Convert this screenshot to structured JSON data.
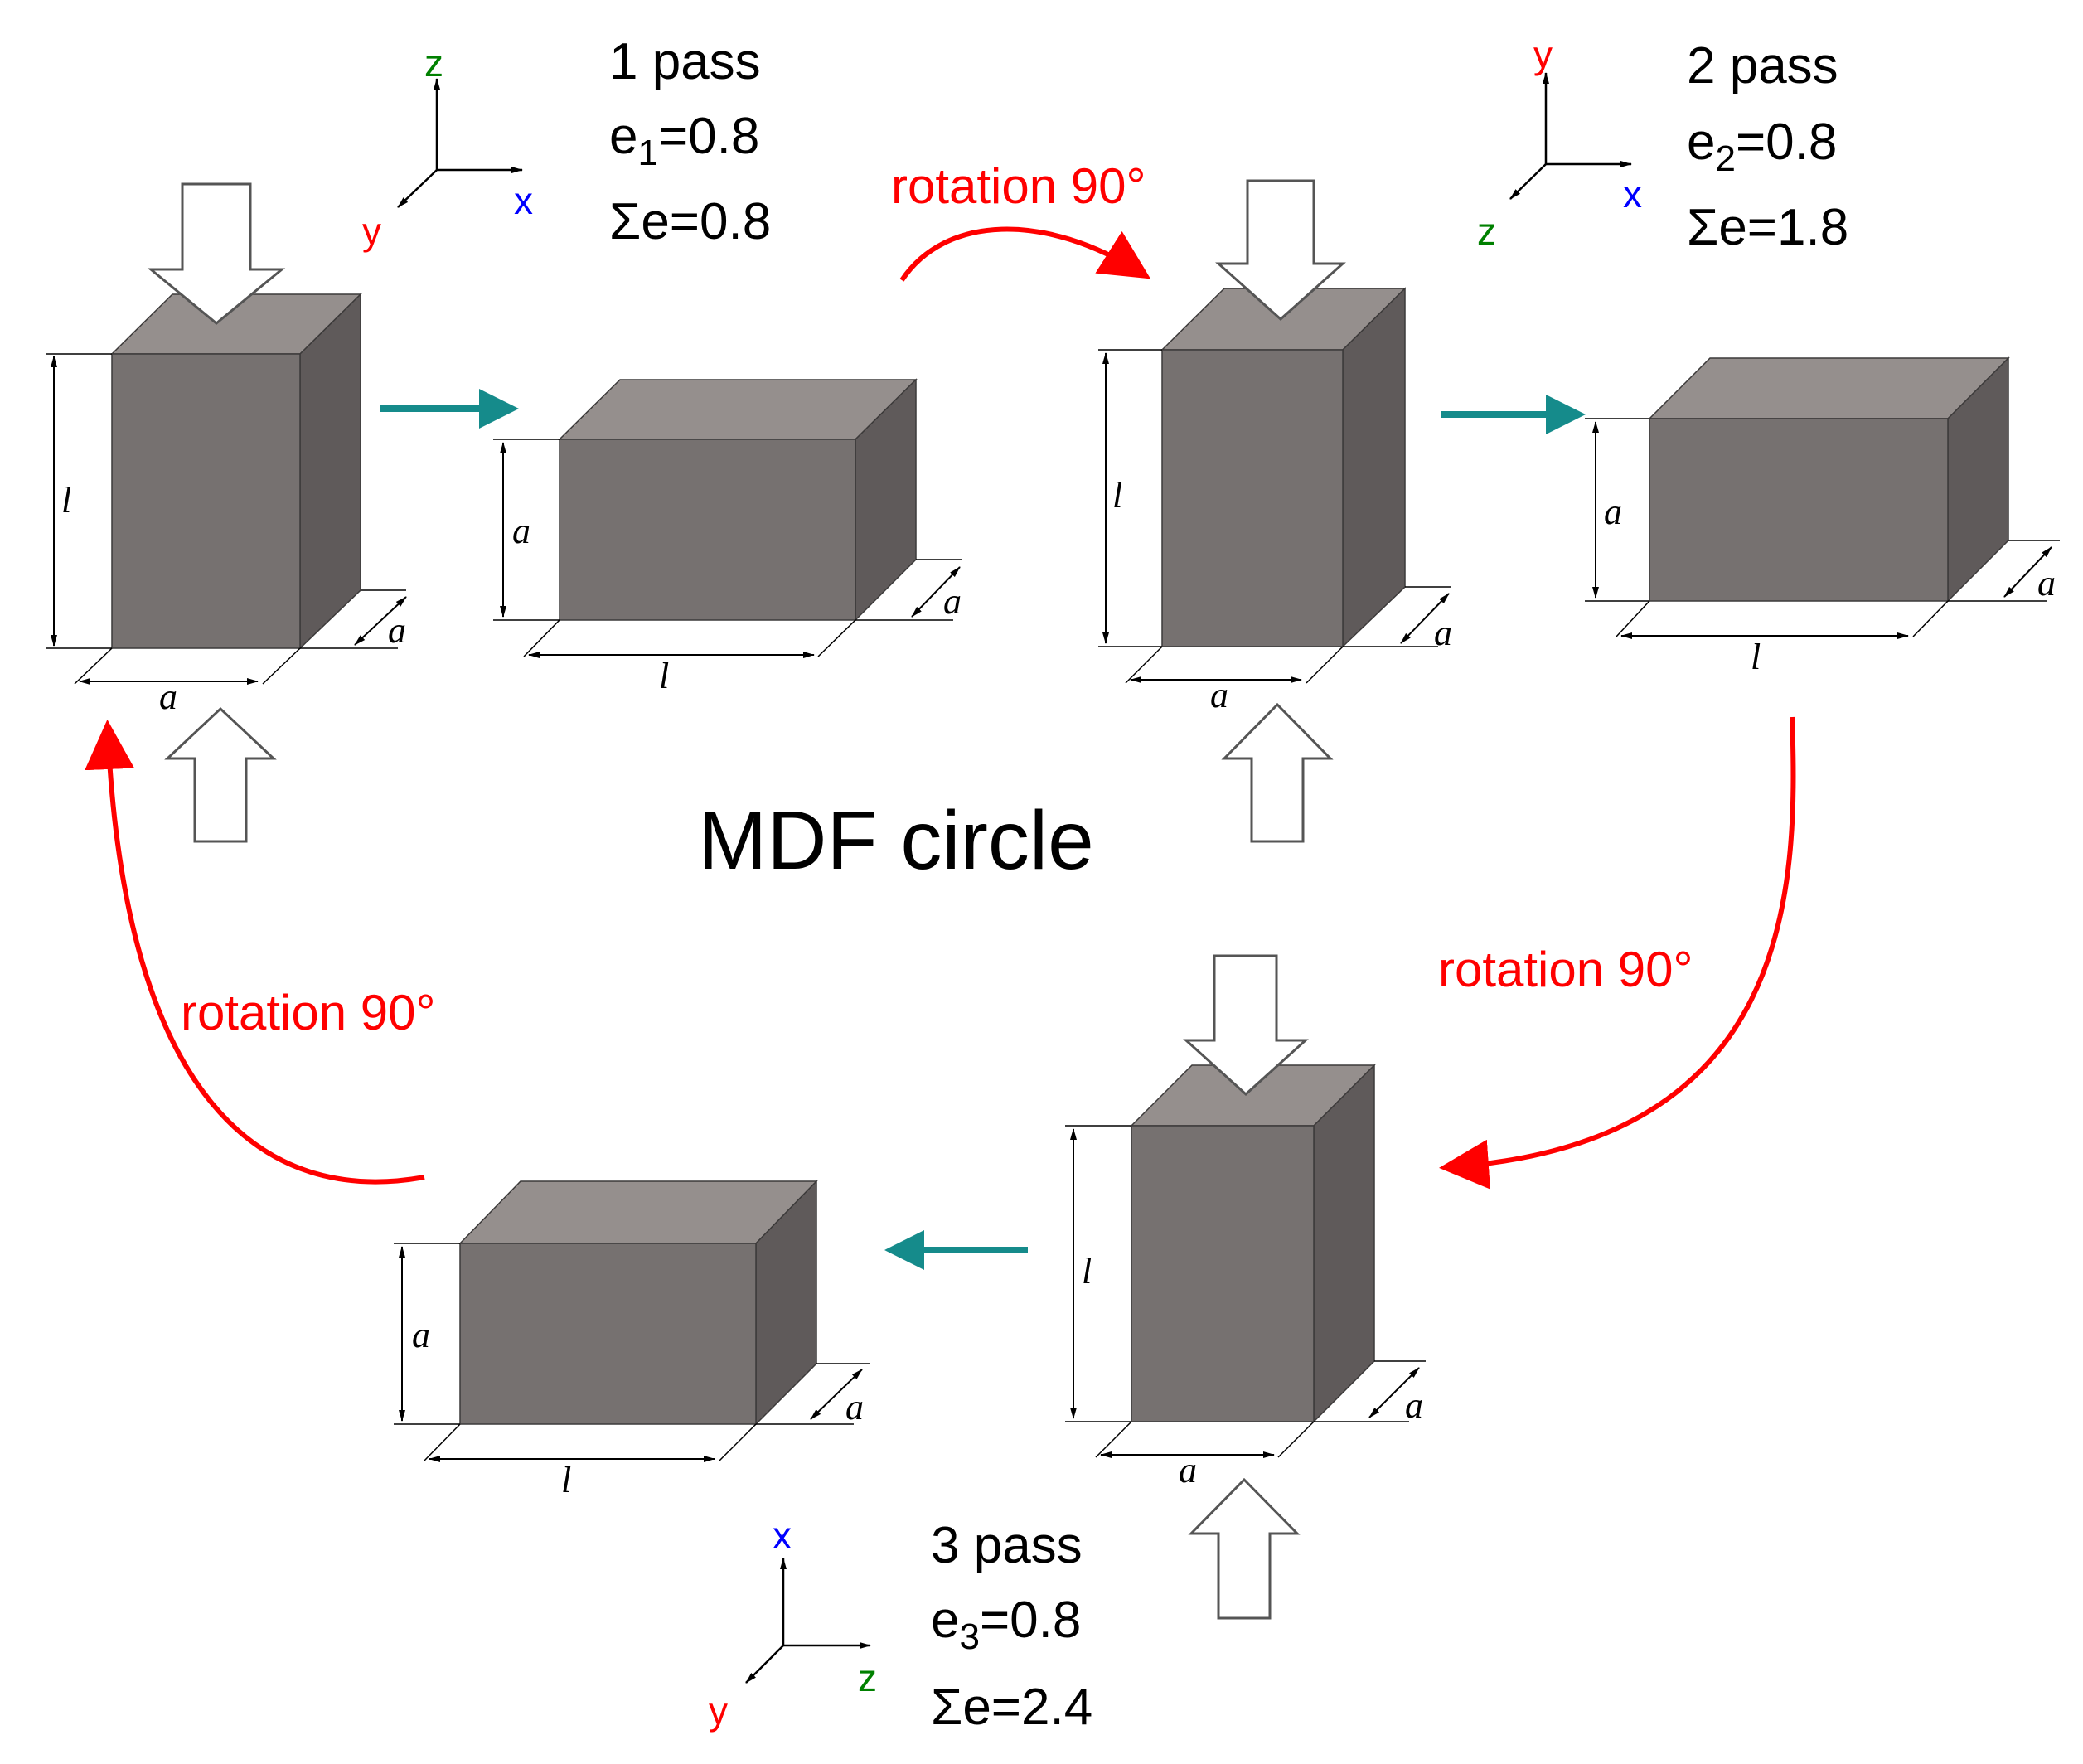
{
  "title": "MDF circle",
  "passes": [
    {
      "pass": "1 pass",
      "e_base": "e",
      "e_sub": "1",
      "e_val": "=0.8",
      "sum": "Σe=0.8",
      "axes": {
        "up": "z",
        "right": "x",
        "diag": "y",
        "up_color": "#008000",
        "right_color": "#0000ff",
        "diag_color": "#ff0000"
      }
    },
    {
      "pass": "2 pass",
      "e_base": "e",
      "e_sub": "2",
      "e_val": "=0.8",
      "sum": "Σe=1.8",
      "axes": {
        "up": "y",
        "right": "x",
        "diag": "z",
        "up_color": "#ff0000",
        "right_color": "#0000ff",
        "diag_color": "#008000"
      }
    },
    {
      "pass": "3 pass",
      "e_base": "e",
      "e_sub": "3",
      "e_val": "=0.8",
      "sum": "Σe=2.4",
      "axes": {
        "up": "x",
        "right": "z",
        "diag": "y",
        "up_color": "#0000ff",
        "right_color": "#008000",
        "diag_color": "#ff0000"
      }
    }
  ],
  "rotation_label": "rotation 90°",
  "dims": {
    "length": "l",
    "side": "a"
  },
  "colors": {
    "rotation_arrow": "#ff0000",
    "transition_arrow": "#158b8b",
    "block_front": "#767170",
    "block_top": "#958f8d",
    "block_side": "#5f5a5a"
  },
  "icons": [
    "press-arrow-down",
    "press-arrow-up",
    "rotation-arrow",
    "transition-arrow",
    "coordinate-axes"
  ]
}
